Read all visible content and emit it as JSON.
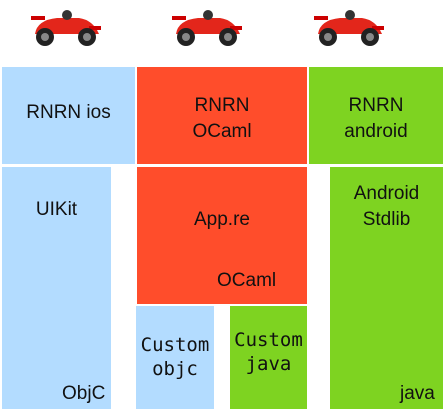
{
  "icons": [
    "race-car-icon",
    "race-car-icon",
    "race-car-icon"
  ],
  "colors": {
    "ios": "#b3dcff",
    "ocaml": "#ff4d2b",
    "android": "#7ed321"
  },
  "top": {
    "ios": "RNRN ios",
    "ocaml": "RNRN\nOCaml",
    "android": "RNRN\nandroid"
  },
  "left": {
    "uikit": "UIKit",
    "objc": "ObjC"
  },
  "middle": {
    "app": "App.re",
    "ocaml": "OCaml"
  },
  "right": {
    "stdlib": "Android\nStdlib",
    "java": "java"
  },
  "custom": {
    "objc": "Custom\nobjc",
    "java": "Custom\njava"
  }
}
